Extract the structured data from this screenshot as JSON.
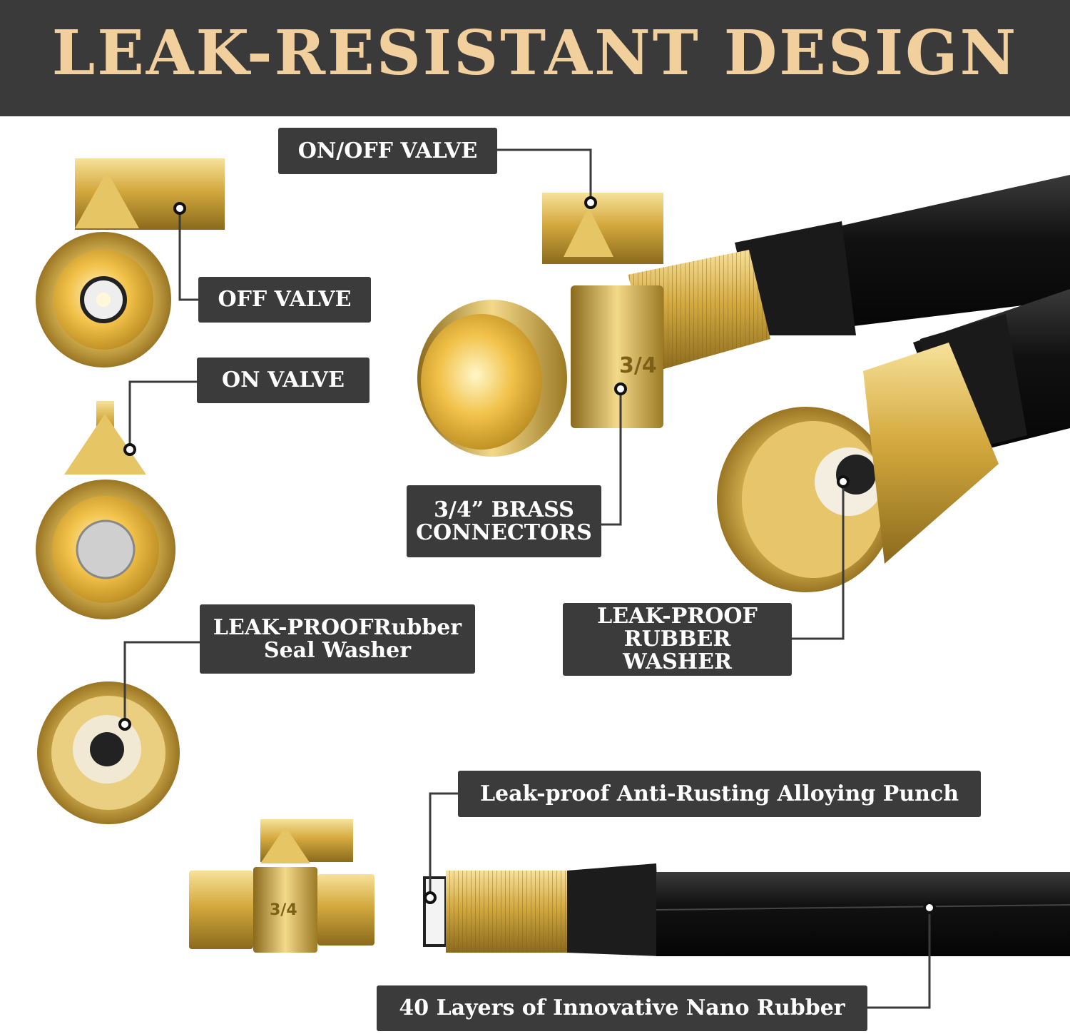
{
  "banner": {
    "title": "LEAK-RESISTANT DESIGN"
  },
  "callouts": {
    "on_off_valve": "ON/OFF VALVE",
    "off_valve": "OFF VALVE",
    "on_valve": "ON VALVE",
    "brass_connectors": "3/4” BRASS\nCONNECTORS",
    "leak_proof_seal_washer": "LEAK-PROOFRubber\nSeal Washer",
    "leak_proof_rubber_washer": "LEAK-PROOF\nRUBBER WASHER",
    "anti_rusting_punch": "Leak-proof Anti-Rusting Alloying Punch",
    "nano_rubber_layers": "40 Layers of Innovative Nano Rubber"
  },
  "engravings": {
    "valve_size_main": "3/4",
    "valve_size_small": "3/4"
  },
  "colors": {
    "banner_bg": "#3a3a3a",
    "title_gold": "#f2d09e",
    "label_bg": "#3b3b3b",
    "brass": "#d9b452",
    "hose_black": "#161616"
  }
}
